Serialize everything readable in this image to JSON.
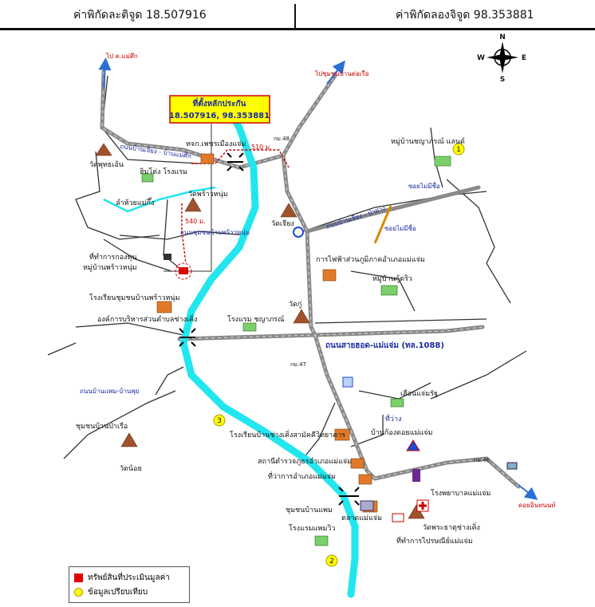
{
  "header": {
    "latitude_label": "ค่าพิกัดละติจูด 18.507916",
    "longitude_label": "ค่าพิกัดลองจิจูด 98.353881"
  },
  "compass": {
    "n": "N",
    "s": "S",
    "e": "E",
    "w": "W"
  },
  "location_box": {
    "title": "ที่ตั้งหลักประกัน",
    "coords": "18.507916,  98.353881"
  },
  "roads": {
    "to_mae_suek": "ไป ต.แม่ศึก",
    "to_ban_tor_ruea": "ไปชุมชนบ้านต่อเรือ",
    "chiang_maesuek": "ถนนบ้านเจียง - บ้านแม่ศึก",
    "chiang_pang": "ถนนบ้านเจียง - ป่าฝาง",
    "no_name_1": "ซอยไม่มีชื่อ",
    "no_name_2": "ซอยไม่มีชื่อ",
    "phrao_num_road": "ถนนชุมชนบ้านพร้าวหนุ่ม",
    "hot_maechaem": "ถนนสายฮอด-แม่แจ่ม (ทล.1088)",
    "phaem_phui": "ถนนบ้านแพม-บ้านพุย",
    "doi_inthanon": "ดอยอินทนนท์"
  },
  "km_markers": {
    "km48": "กม.48",
    "km47": "กม.47",
    "km46": "กม.46"
  },
  "distances": {
    "d510": "510 ม.",
    "d540": "540 ม."
  },
  "places": {
    "wat_phutthoen": "วัดพุทธเอ้น",
    "himdong_hotel": "ฮิมโต่ง โรงแรม",
    "petch_mueang": "หจก.เพชรเมืองแจ่ม",
    "mae_ke_creek": "ลำห้วยแม่กึ๊ง",
    "wat_phrao_num": "วัดพร้าวหนุ่ม",
    "wat_chiang": "วัดเจียง",
    "village_fund": "ที่ทำการกองทุน",
    "village_fund_2": "หมู่บ้านพร้าวหนุ่ม",
    "phrao_school": "โรงเรียนชุมชนบ้านพร้าวหนุ่ม",
    "sao_office": "องค์การบริหารส่วนตำบลช่างเคิ่ง",
    "chayaporn_hotel": "โรงแรม ชญาภรณ์",
    "wat_ku": "วัดกู่",
    "pea_office": "การไฟฟ้าส่วนภูมิภาคอำเภอแม่แจ่ม",
    "ban_kutrew": "หมู่บ้านกู้ดริว",
    "chayaporn_land": "หมู่บ้านชญาภรณ์ แลนด์",
    "rueanmaechaem": "เฮือนแจ่มรัฐ",
    "ban_kong_doi": "บ้านก้องดอยแม่แจ่ม",
    "khuang": "ที่ว่าง",
    "ban_pa_ruea": "ชุมชนบ้านป่าเรือ",
    "wat_noi": "วัดน้อย",
    "sammakkhi_school": "โรงเรียนบ้านช่างเคิ่งสามัคคีวิทยาคาร",
    "police": "สถานีตำรวจภูธรอำเภอแม่แจ่ม",
    "district_office": "ที่ว่าการอำเภอแม่แจ่ม",
    "ban_phaem": "ชุมชนบ้านแพม",
    "phaem_view": "โรงแรมแพมวิว",
    "market": "ตลาดแม่แจ่ม",
    "hospital": "โรงพยาบาลแม่แจ่ม",
    "wat_phra_that": "วัดพระธาตุช่างเคิ่ง",
    "post_office": "ที่ทำการไปรษณีย์แม่แจ่ม"
  },
  "comparables": {
    "c1": "1",
    "c2": "2",
    "c3": "3"
  },
  "legend": {
    "subject": "ทรัพย์สินที่ประเมินมูลค่า",
    "comparable": "ข้อมูลเปรียบเทียบ"
  },
  "colors": {
    "river": "#22e6ee",
    "road": "#8a8a8a",
    "subject": "#e00000",
    "comparable": "#ffff00",
    "location_box": "#ffff00"
  }
}
